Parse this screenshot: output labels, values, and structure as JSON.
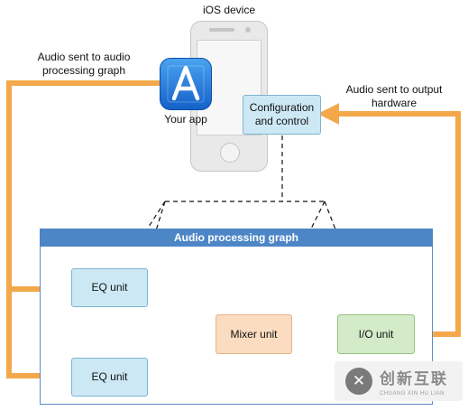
{
  "device": {
    "title": "iOS device"
  },
  "app": {
    "label": "Your app",
    "icon": "app-store-icon"
  },
  "config_box": {
    "label": "Configuration and control"
  },
  "annotations": {
    "left": "Audio sent to audio processing graph",
    "right": "Audio sent to output hardware"
  },
  "graph": {
    "title": "Audio processing graph",
    "nodes": {
      "eq_top": "EQ unit",
      "eq_bottom": "EQ unit",
      "mixer": "Mixer unit",
      "io": "I/O unit"
    }
  },
  "watermark": {
    "logo": "✕",
    "chinese": "创新互联",
    "english": "CHUANG XIN HU LIAN"
  },
  "colors": {
    "arrow_orange": "#f3a84a",
    "graph_header": "#4d86c6",
    "config_fill": "#cde8f5",
    "mixer_fill": "#fbdcc0",
    "io_fill": "#d3ebc9"
  }
}
